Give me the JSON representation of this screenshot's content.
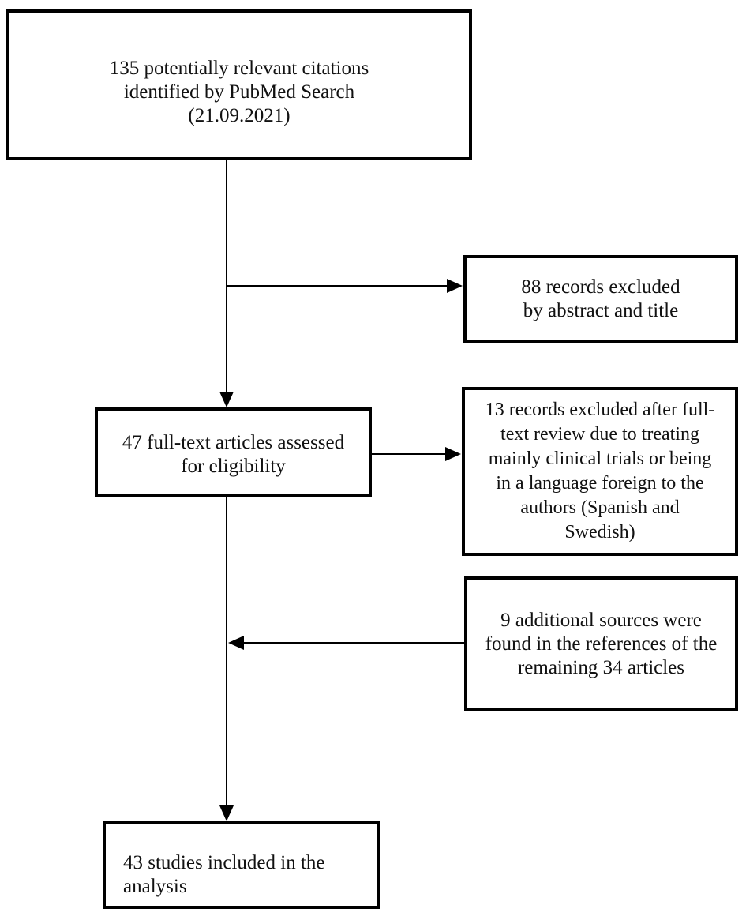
{
  "diagram_type": "flowchart",
  "colors": {
    "box_border": "#000000",
    "box_background": "#ffffff",
    "text": "#111111",
    "arrow": "#000000"
  },
  "boxes": {
    "identified": {
      "lines": [
        "135 potentially relevant citations",
        "identified by PubMed Search",
        "(21.09.2021)"
      ]
    },
    "excluded_abstract": {
      "lines": [
        "88 records excluded",
        "by abstract and title"
      ]
    },
    "fulltext_assessed": {
      "lines": [
        "47 full-text articles assessed",
        "for eligibility"
      ]
    },
    "excluded_fulltext": {
      "lines": [
        "13 records excluded after full-",
        "text review due to treating",
        "mainly clinical trials or being",
        "in a language foreign to the",
        "authors (Spanish and",
        "Swedish)"
      ]
    },
    "additional_sources": {
      "lines": [
        "9 additional sources were",
        "found in the references of the",
        "remaining 34 articles"
      ]
    },
    "included": {
      "lines": [
        "43 studies included in the",
        "analysis"
      ]
    }
  }
}
